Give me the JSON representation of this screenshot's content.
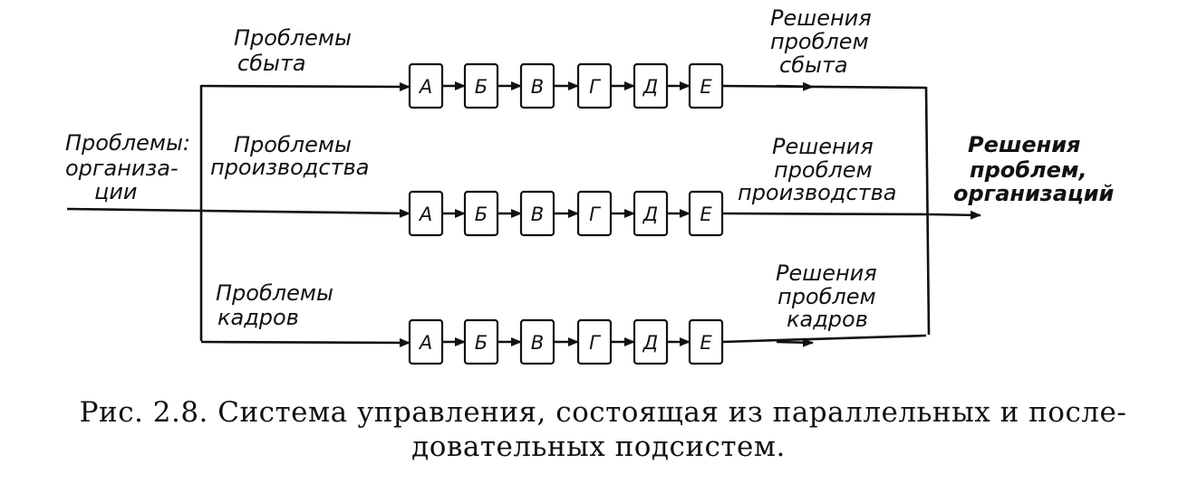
{
  "input_label": [
    "Проблемы:",
    "организа-",
    "ции"
  ],
  "output_label": [
    "Решения",
    "проблем,",
    "организаций"
  ],
  "branches": [
    {
      "problem_label": [
        "Проблемы",
        "сбыта"
      ],
      "solution_label": [
        "Решения",
        "проблем",
        "сбыта"
      ]
    },
    {
      "problem_label": [
        "Проблемы",
        "производства"
      ],
      "solution_label": [
        "Решения",
        "проблем",
        "производства"
      ]
    },
    {
      "problem_label": [
        "Проблемы",
        "кадров"
      ],
      "solution_label": [
        "Решения",
        "проблем",
        "кадров"
      ]
    }
  ],
  "stage_labels": [
    "А",
    "Б",
    "В",
    "Г",
    "Д",
    "Е"
  ],
  "caption": {
    "line1": "Рис. 2.8. Система управления, состоящая из параллельных и после-",
    "line2": "довательных подсистем."
  }
}
